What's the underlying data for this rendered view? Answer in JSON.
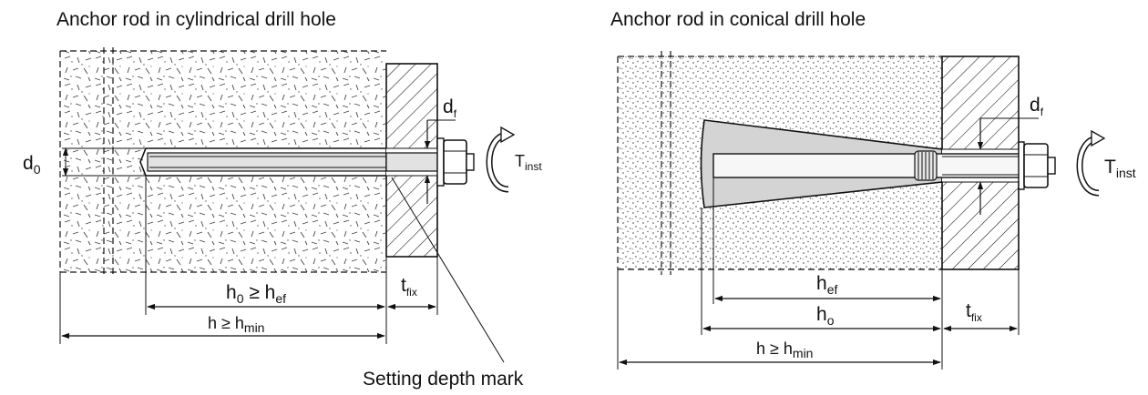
{
  "left": {
    "title": "Anchor rod in cylindrical drill hole",
    "d0": {
      "main": "d",
      "sub": "0"
    },
    "df": {
      "main": "d",
      "sub": "f"
    },
    "tinst": {
      "main": "T",
      "sub": "inst"
    },
    "h0_hef": {
      "main": "h",
      "sub1": "0",
      "mid": " ≥ h",
      "sub2": "ef"
    },
    "h_hmin": {
      "main": "h ≥ h",
      "sub": "min"
    },
    "tfix": {
      "main": "t",
      "sub": "fix"
    },
    "setting_mark": "Setting depth mark"
  },
  "right": {
    "title": "Anchor rod in conical drill hole",
    "df": {
      "main": "d",
      "sub": "f"
    },
    "tinst": {
      "main": "T",
      "sub": "inst"
    },
    "hef": {
      "main": "h",
      "sub": "ef"
    },
    "h0": {
      "main": "h",
      "sub": "o"
    },
    "h_hmin": {
      "main": "h ≥ h",
      "sub": "min"
    },
    "tfix": {
      "main": "t",
      "sub": "fix"
    }
  }
}
